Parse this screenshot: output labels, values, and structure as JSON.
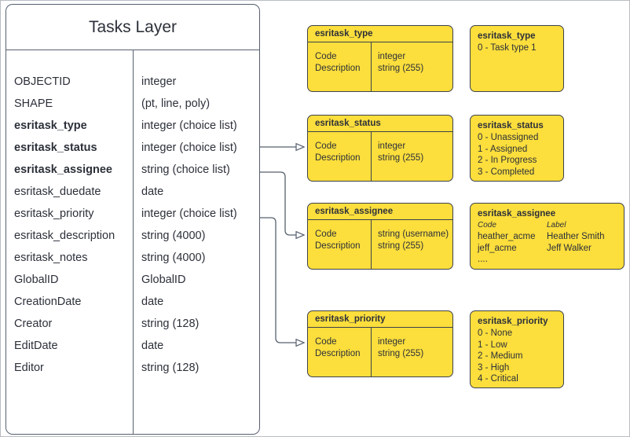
{
  "entity": {
    "title": "Tasks Layer",
    "fields": [
      {
        "name": "OBJECTID",
        "type": "integer",
        "bold": false
      },
      {
        "name": "SHAPE",
        "type": "(pt, line, poly)",
        "bold": false
      },
      {
        "name": "esritask_type",
        "type": "integer (choice list)",
        "bold": true
      },
      {
        "name": "esritask_status",
        "type": "integer (choice list)",
        "bold": true
      },
      {
        "name": "esritask_assignee",
        "type": "string (choice list)",
        "bold": true
      },
      {
        "name": "esritask_duedate",
        "type": "date",
        "bold": false
      },
      {
        "name": "esritask_priority",
        "type": "integer (choice list)",
        "bold": false
      },
      {
        "name": "esritask_description",
        "type": "string (4000)",
        "bold": false
      },
      {
        "name": "esritask_notes",
        "type": "string (4000)",
        "bold": false
      },
      {
        "name": "GlobalID",
        "type": "GlobalID",
        "bold": false
      },
      {
        "name": "CreationDate",
        "type": "date",
        "bold": false
      },
      {
        "name": "Creator",
        "type": "string (128)",
        "bold": false
      },
      {
        "name": "EditDate",
        "type": "date",
        "bold": false
      },
      {
        "name": "Editor",
        "type": "string (128)",
        "bold": false
      }
    ]
  },
  "schema_boxes": {
    "type": {
      "title": "esritask_type",
      "left_rows": [
        "Code",
        "Description"
      ],
      "right_rows": [
        "integer",
        "string (255)"
      ]
    },
    "status": {
      "title": "esritask_status",
      "left_rows": [
        "Code",
        "Description"
      ],
      "right_rows": [
        "integer",
        "string (255)"
      ]
    },
    "assignee": {
      "title": "esritask_assignee",
      "left_rows": [
        "Code",
        "Description"
      ],
      "right_rows": [
        "string  (username)",
        "string (255)"
      ]
    },
    "priority": {
      "title": "esritask_priority",
      "left_rows": [
        "Code",
        "Description"
      ],
      "right_rows": [
        "integer",
        "string (255)"
      ]
    }
  },
  "domain_boxes": {
    "type": {
      "title": "esritask_type",
      "rows": [
        "0 - Task type 1"
      ]
    },
    "status": {
      "title": "esritask_status",
      "rows": [
        "0 - Unassigned",
        "1 - Assigned",
        "2 - In Progress",
        "3 - Completed"
      ]
    },
    "assignee": {
      "title": "esritask_assignee",
      "header": {
        "code": "Code",
        "label": "Label"
      },
      "pairs": [
        {
          "code": "heather_acme",
          "label": "Heather Smith"
        },
        {
          "code": "jeff_acme",
          "label": "Jeff Walker"
        }
      ],
      "ellipsis": "...."
    },
    "priority": {
      "title": "esritask_priority",
      "rows": [
        "0 - None",
        "1 - Low",
        "2 - Medium",
        "3 - High",
        "4 - Critical"
      ]
    }
  },
  "colors": {
    "box_fill": "#fcde3c",
    "box_stroke": "#3d424b",
    "entity_stroke": "#57606e",
    "text": "#2c3039",
    "connector": "#57606e",
    "page_border": "#b8bcc2"
  }
}
